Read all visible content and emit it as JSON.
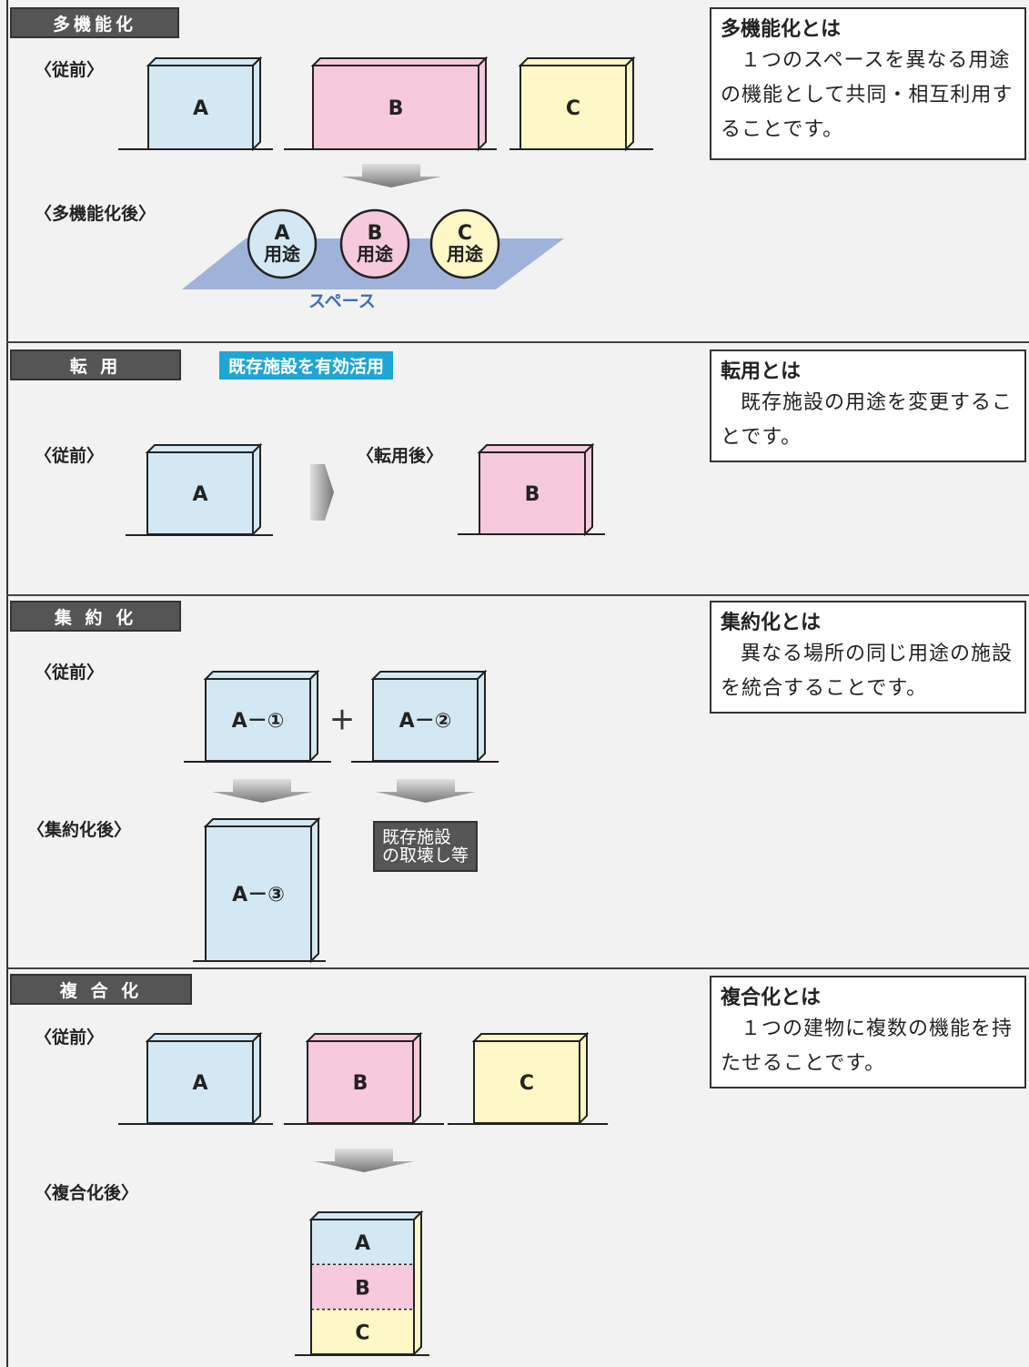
{
  "sections": [
    {
      "header": "多機能化",
      "before_label": "〈従前〉",
      "after_label": "〈多機能化後〉",
      "boxes": [
        "A",
        "B",
        "C"
      ],
      "circles": [
        {
          "top": "A",
          "bottom": "用途"
        },
        {
          "top": "B",
          "bottom": "用途"
        },
        {
          "top": "C",
          "bottom": "用途"
        }
      ],
      "space_label": "スペース",
      "desc_title": "多機能化とは",
      "desc_body": "１つのスペースを異なる用途の機能として共同・相互利用することです。"
    },
    {
      "header": "転 用",
      "badge": "既存施設を有効活用",
      "before_label": "〈従前〉",
      "after_label": "〈転用後〉",
      "before_box": "A",
      "after_box": "B",
      "desc_title": "転用とは",
      "desc_body": "既存施設の用途を変更することです。"
    },
    {
      "header": "集 約 化",
      "before_label": "〈従前〉",
      "after_label": "〈集約化後〉",
      "box1": "A－①",
      "plus": "＋",
      "box2": "A－②",
      "after_box": "A－③",
      "note": [
        "既存施設",
        "の取壊し等"
      ],
      "desc_title": "集約化とは",
      "desc_body": "異なる場所の同じ用途の施設を統合することです。"
    },
    {
      "header": "複 合 化",
      "before_label": "〈従前〉",
      "after_label": "〈複合化後〉",
      "boxes": [
        "A",
        "B",
        "C"
      ],
      "stack": [
        "A",
        "B",
        "C"
      ],
      "desc_title": "複合化とは",
      "desc_body": "１つの建物に複数の機能を持たせることです。"
    }
  ],
  "colors": {
    "blue": "#d3e8f3",
    "pink": "#f7c9dc",
    "yellow": "#fdf8c6",
    "space": "#9fb3da",
    "space_text": "#3a6fb5",
    "badge": "#1fa5d6"
  }
}
